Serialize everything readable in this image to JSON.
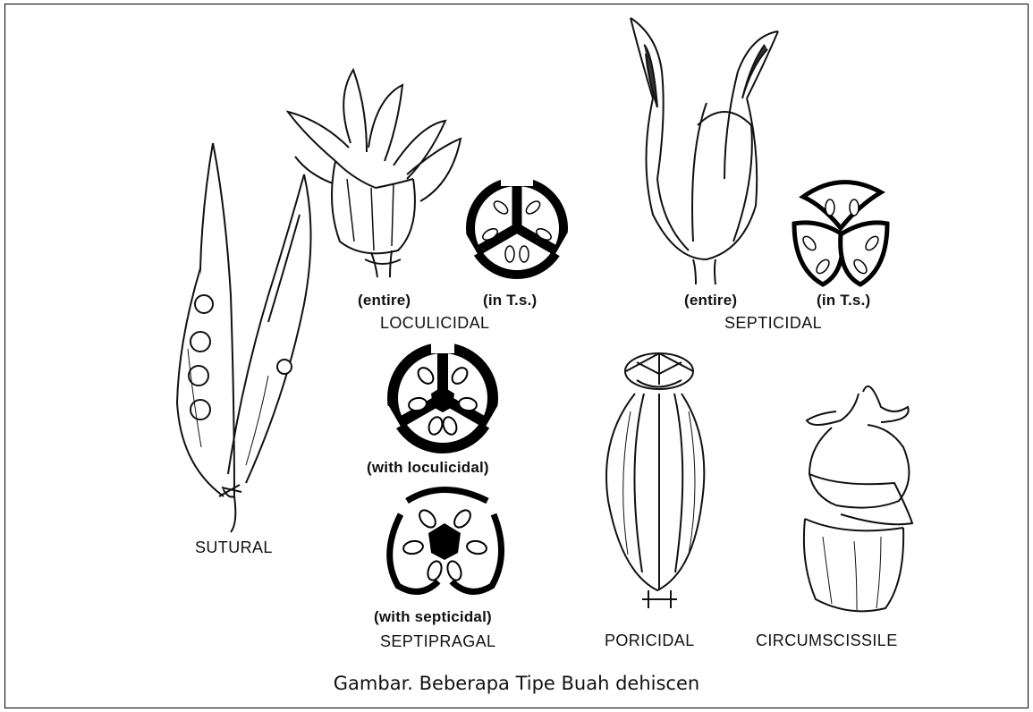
{
  "caption": "Gambar. Beberapa Tipe Buah dehiscen",
  "labels": {
    "loculicidal_entire": "(entire)",
    "loculicidal_ts": "(in T.s.)",
    "loculicidal": "LOCULICIDAL",
    "septicidal_entire": "(entire)",
    "septicidal_ts": "(in T.s.)",
    "septicidal": "SEPTICIDAL",
    "with_loculicidal": "(with loculicidal)",
    "with_septicidal": "(with septicidal)",
    "septipragal": "SEPTIPRAGAL",
    "sutural": "SUTURAL",
    "poricidal": "PORICIDAL",
    "circumscissile": "CIRCUMSCISSILE"
  }
}
